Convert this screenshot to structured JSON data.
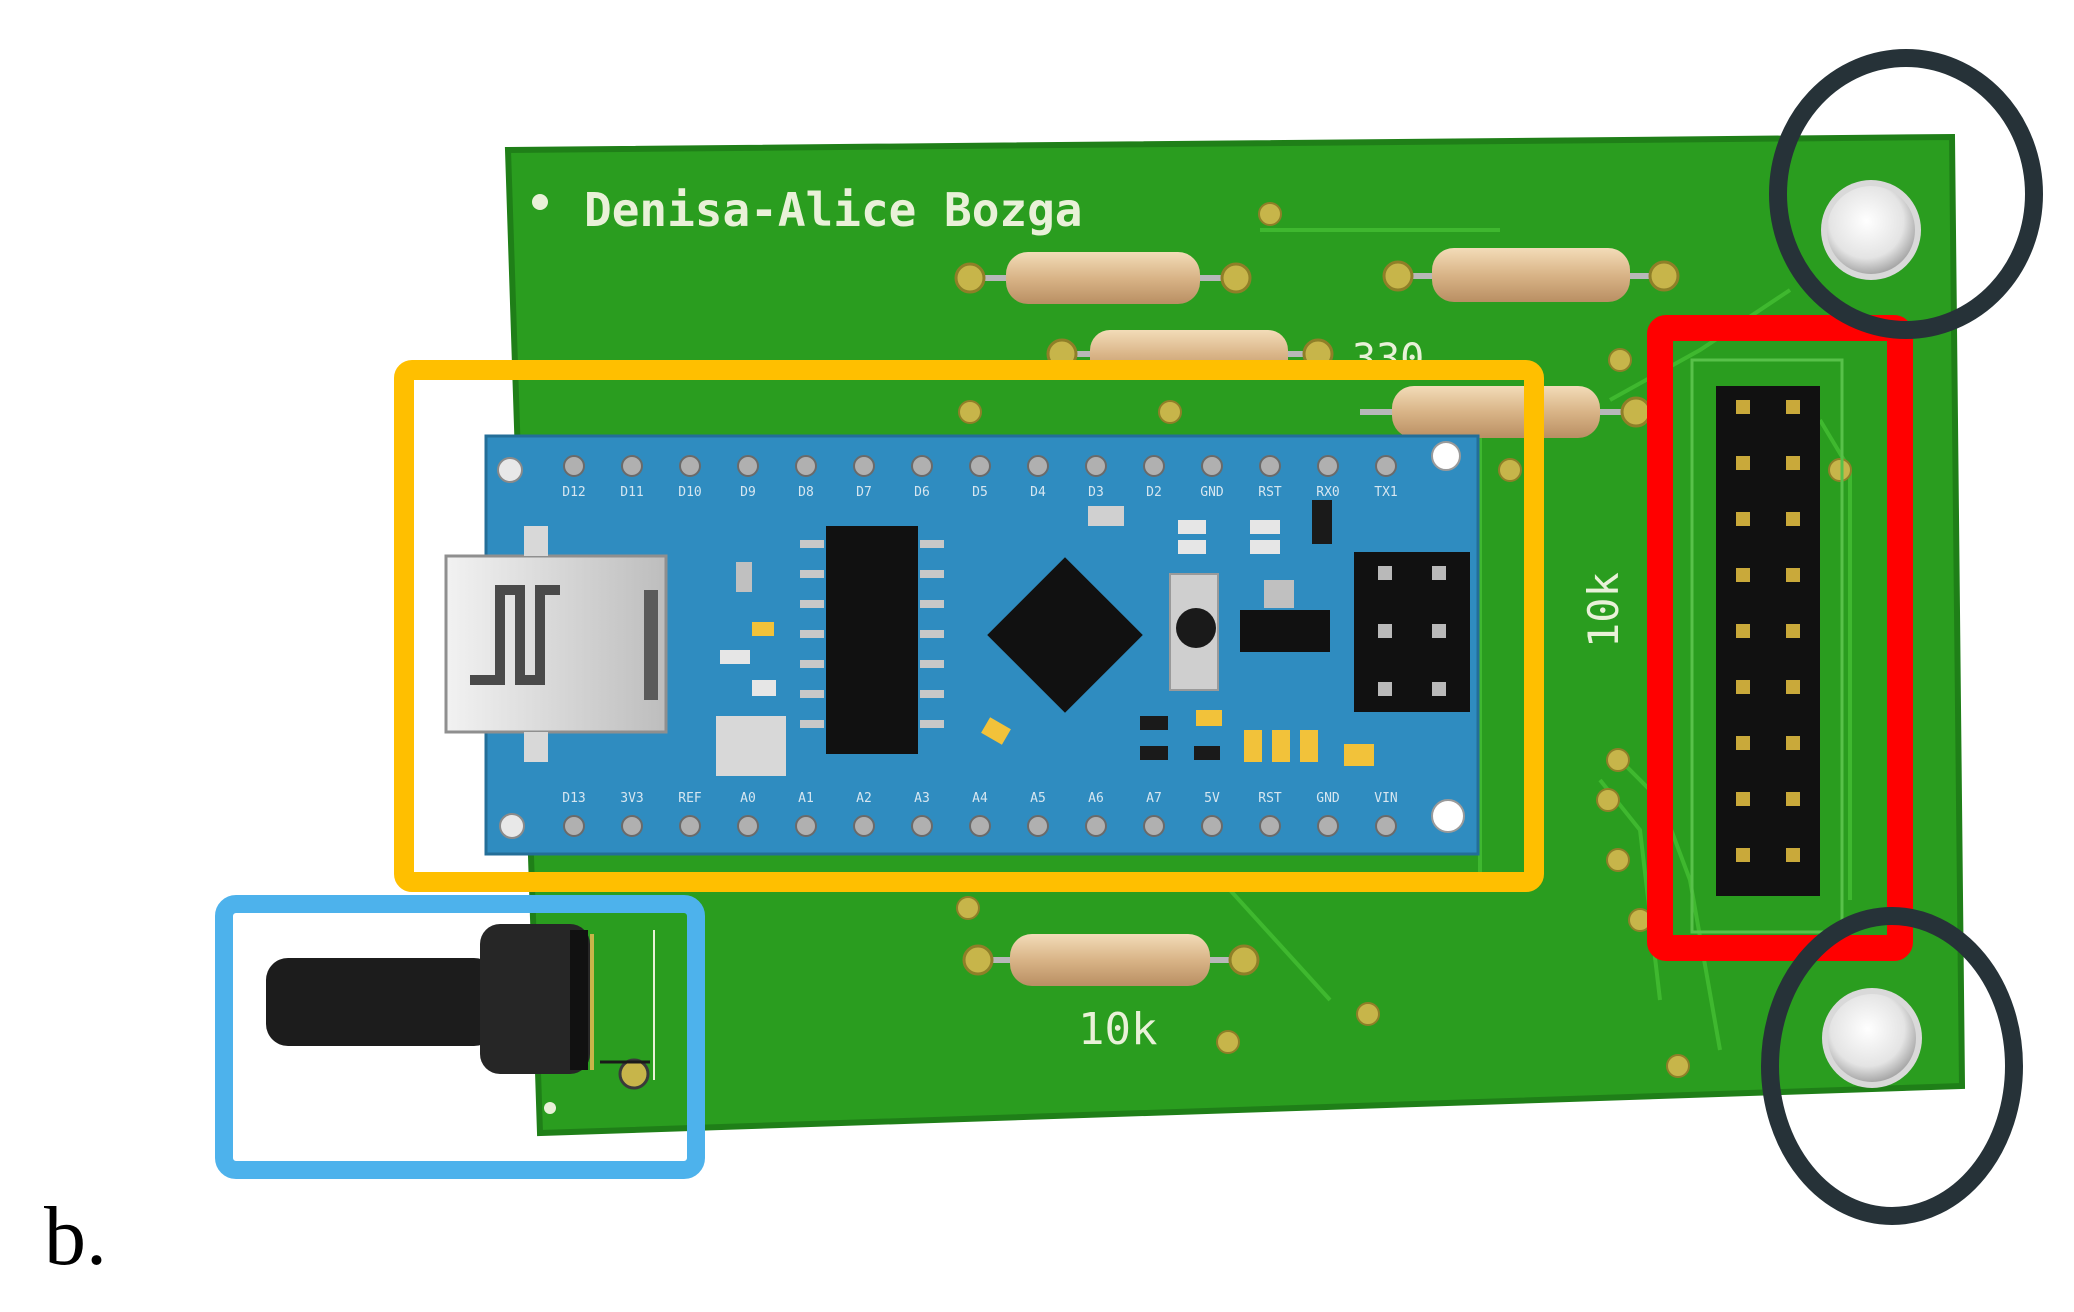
{
  "panel_label": "b.",
  "board": {
    "author_silkscreen": "Denisa-Alice Bozga",
    "labels": {
      "resistor_right": "10k",
      "resistor_bottom": "10k",
      "resistor_partial": "330"
    }
  },
  "arduino": {
    "top_pins": [
      "D12",
      "D11",
      "D10",
      "D9",
      "D8",
      "D7",
      "D6",
      "D5",
      "D4",
      "D3",
      "D2",
      "GND",
      "RST",
      "RX0",
      "TX1"
    ],
    "bottom_pins": [
      "D13",
      "3V3",
      "REF",
      "A0",
      "A1",
      "A2",
      "A3",
      "A4",
      "A5",
      "A6",
      "A7",
      "5V",
      "RST",
      "GND",
      "VIN"
    ]
  },
  "highlights": {
    "arduino_box_color": "#ffbf00",
    "header_box_color": "#ff0000",
    "potentiometer_box_color": "#4db2ec",
    "mount_hole_circle_color": "#263238"
  },
  "colors": {
    "pcb": "#2a9d1f",
    "pcb_edge": "#1f7f18",
    "arduino": "#2f8cc0"
  }
}
